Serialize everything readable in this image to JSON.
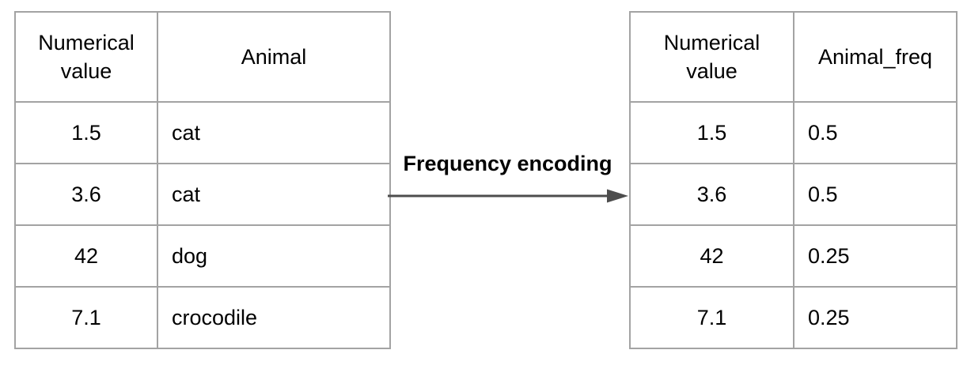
{
  "arrow": {
    "label": "Frequency encoding"
  },
  "left_table": {
    "headers": [
      "Numerical value",
      "Animal"
    ],
    "rows": [
      [
        "1.5",
        "cat"
      ],
      [
        "3.6",
        "cat"
      ],
      [
        "42",
        "dog"
      ],
      [
        "7.1",
        "crocodile"
      ]
    ]
  },
  "right_table": {
    "headers": [
      "Numerical value",
      "Animal_freq"
    ],
    "rows": [
      [
        "1.5",
        "0.5"
      ],
      [
        "3.6",
        "0.5"
      ],
      [
        "42",
        "0.25"
      ],
      [
        "7.1",
        "0.25"
      ]
    ]
  },
  "colors": {
    "border": "#a3a3a3",
    "arrow": "#4d4d4d",
    "text": "#000000",
    "background": "#ffffff"
  }
}
